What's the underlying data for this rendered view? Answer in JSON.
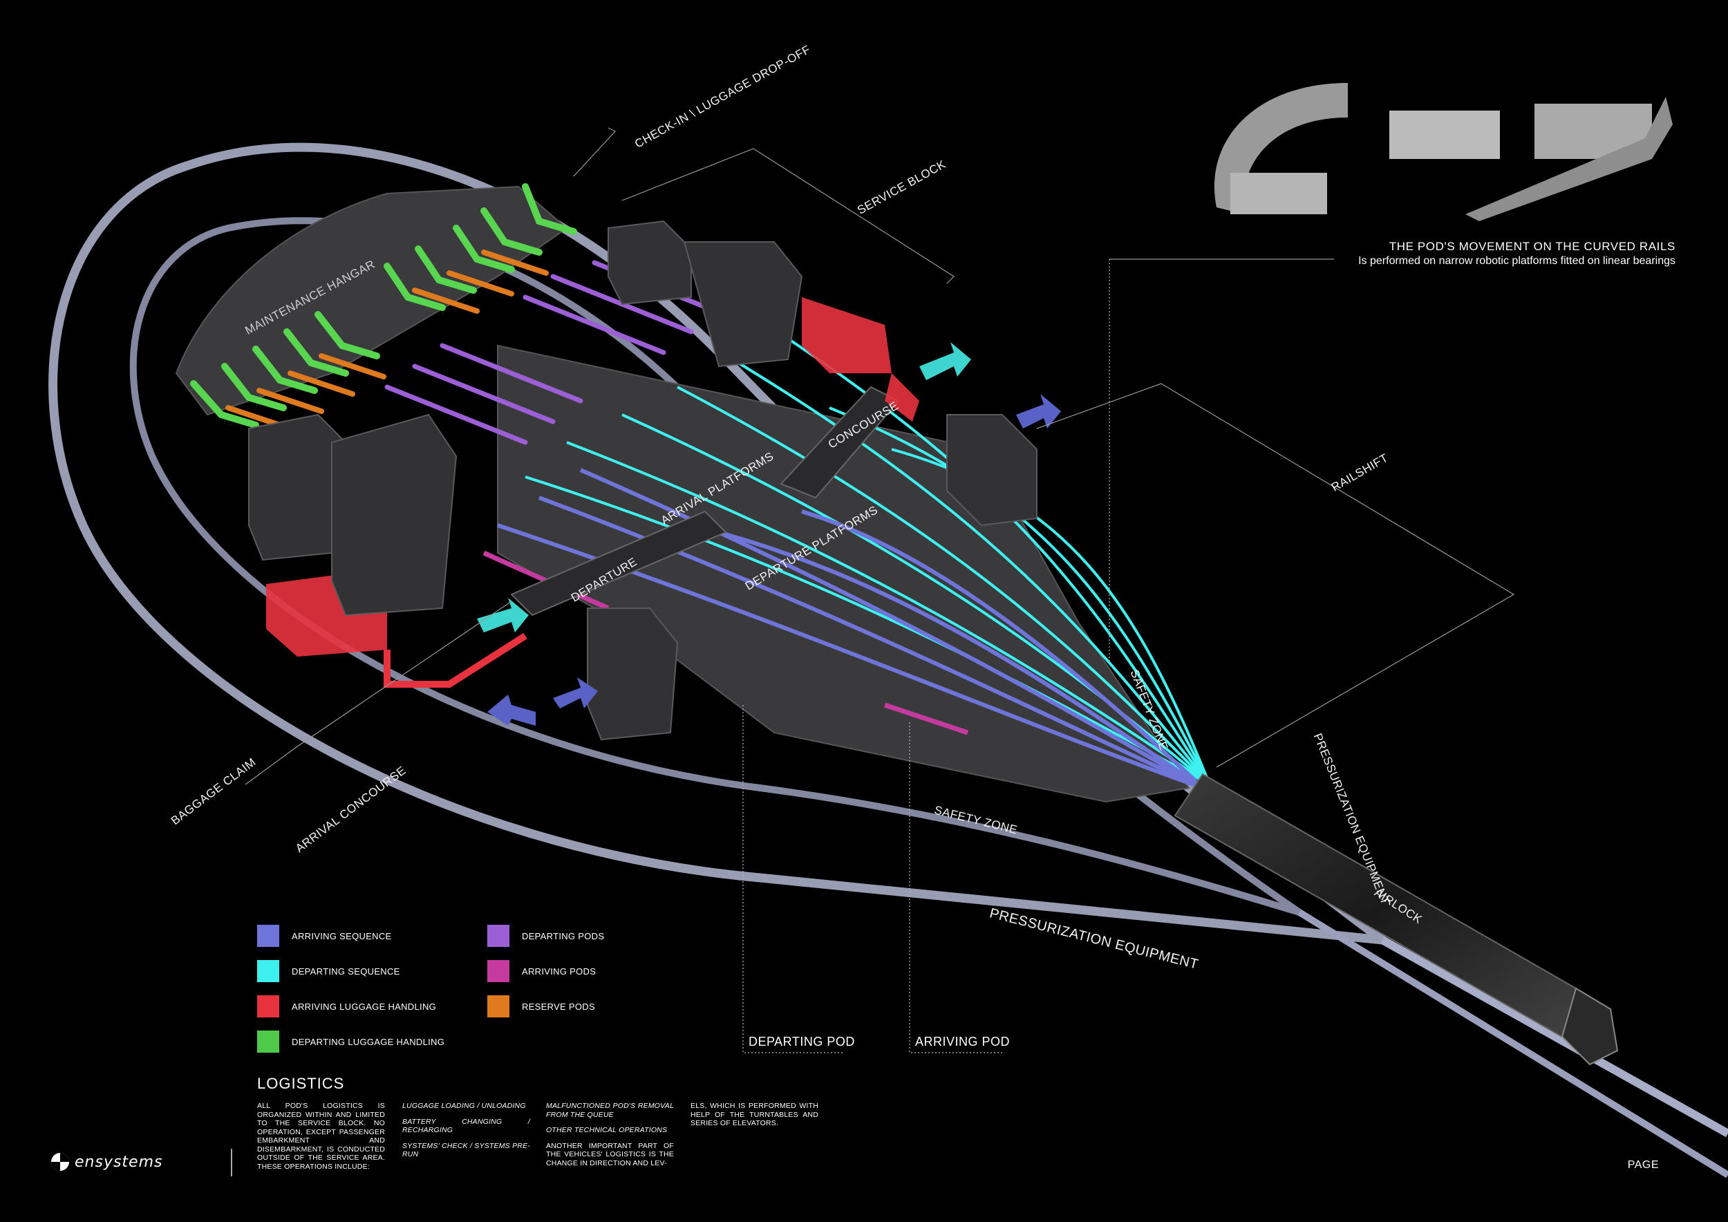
{
  "labels": {
    "check_in": "CHECK-IN \\ LUGGAGE DROP-OFF",
    "service_block": "SERVICE BLOCK",
    "maintenance_hangar": "MAINTENANCE HANGAR",
    "railshift": "RAILSHIFT",
    "concourse": "CONCOURSE",
    "arrival_platforms": "ARRIVAL PLATFORMS",
    "departure_platforms": "DEPARTURE PLATFORMS",
    "departure": "DEPARTURE",
    "safety_zone_1": "SAFETY ZONE",
    "safety_zone_2": "SAFETY ZONE",
    "pressurization_1": "PRESSURIZATION EQUIPMENT",
    "pressurization_2": "PRESSURIZATION EQUIPMENT",
    "airlock": "AIRLOCK",
    "baggage_claim": "BAGGAGE CLAIM",
    "arrival_concourse": "ARRIVAL CONCOURSE",
    "departing_pod": "DEPARTING POD",
    "arriving_pod": "ARRIVING POD"
  },
  "caption": {
    "title": "THE POD'S MOVEMENT ON THE CURVED RAILS",
    "subtitle": "Is performed on narrow robotic  platforms fitted on linear bearings"
  },
  "legend": [
    {
      "label": "ARRIVING SEQUENCE",
      "color": "#6f74d8"
    },
    {
      "label": "DEPARTING SEQUENCE",
      "color": "#3ff0f0"
    },
    {
      "label": "ARRIVING LUGGAGE HANDLING",
      "color": "#e8333f"
    },
    {
      "label": "DEPARTING LUGGAGE HANDLING",
      "color": "#4fc94a"
    },
    {
      "label": "DEPARTING PODS",
      "color": "#9d5fd6"
    },
    {
      "label": "ARRIVING PODS",
      "color": "#c43a9e"
    },
    {
      "label": "RESERVE PODS",
      "color": "#e07a1f"
    }
  ],
  "logistics": {
    "title": "LOGISTICS",
    "col1": "ALL POD'S LOGISTICS IS ORGANIZED WITHIN AND LIMITED TO THE SERVICE BLOCK. NO OPERATION, EXCEPT PASSENGER EMBARKMENT AND DISEMBARKMENT, IS CONDUCTED OUTSIDE OF THE SERVICE AREA. THESE OPERATIONS INCLUDE:",
    "col2_items": [
      "LUGGAGE LOADING / UNLOADING",
      "BATTERY CHANGING / RECHARGING",
      "SYSTEMS' CHECK / SYSTEMS PRE-RUN"
    ],
    "col3_items": [
      "MALFUNCTIONED POD'S REMOVAL FROM THE QUEUE",
      "OTHER TECHNICAL OPERATIONS"
    ],
    "col3_text": "ANOTHER IMPORTANT PART OF THE VEHICLES' LOGISTICS IS THE CHANGE IN DIRECTION AND LEV-",
    "col4_text": "ELS, WHICH IS PERFORMED WITH HELP OF THE TURNTABLES AND SERIES OF ELEVATORS."
  },
  "brand": "ensystems",
  "page_label": "PAGE"
}
